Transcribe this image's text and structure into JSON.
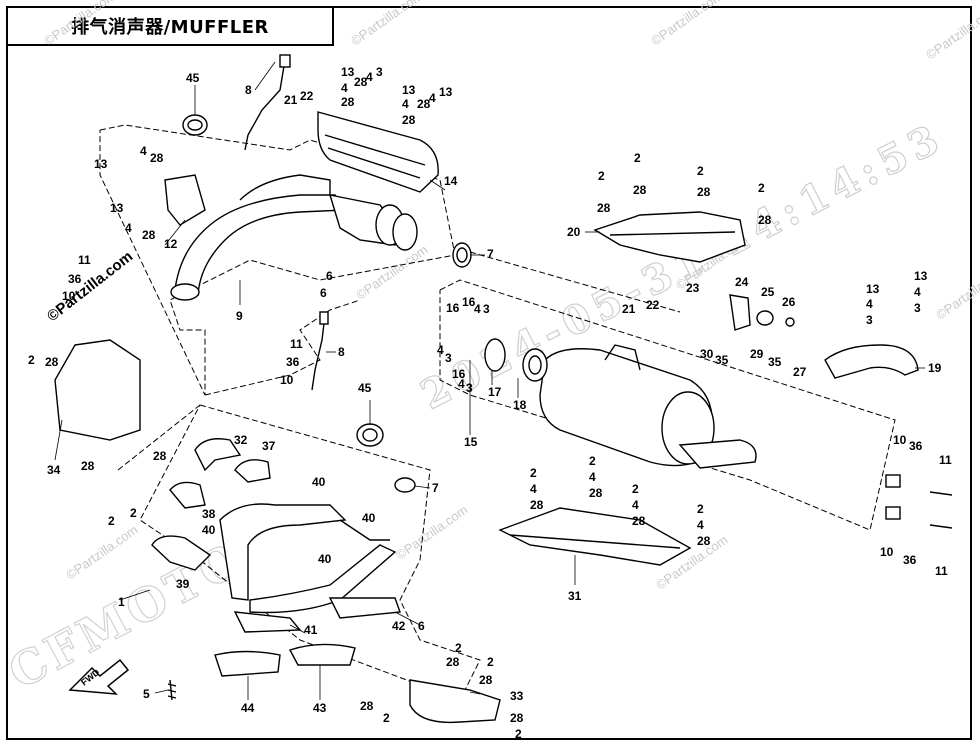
{
  "title": "排气消声器/MUFFLER",
  "watermarks": {
    "partzilla": "©Partzilla.com",
    "partzilla_bold": "©Partzilla.com",
    "timestamp": "2024-05-31 14:14:53",
    "brand": "CFMOTO"
  },
  "fwd_label": "FWD",
  "callouts": {
    "c1": "1",
    "c2": "2",
    "c3": "3",
    "c4": "4",
    "c5": "5",
    "c6": "6",
    "c7": "7",
    "c8": "8",
    "c9": "9",
    "c10": "10",
    "c11": "11",
    "c12": "12",
    "c13": "13",
    "c14": "14",
    "c15": "15",
    "c16": "16",
    "c17": "17",
    "c18": "18",
    "c19": "19",
    "c20": "20",
    "c21": "21",
    "c22": "22",
    "c23": "23",
    "c24": "24",
    "c25": "25",
    "c26": "26",
    "c27": "27",
    "c28": "28",
    "c29": "29",
    "c30": "30",
    "c31": "31",
    "c32": "32",
    "c33": "33",
    "c34": "34",
    "c35": "35",
    "c36": "36",
    "c37": "37",
    "c38": "38",
    "c39": "39",
    "c40": "40",
    "c41": "41",
    "c42": "42",
    "c43": "43",
    "c44": "44",
    "c45": "45"
  },
  "colors": {
    "line": "#000000",
    "watermark": "#c9c9c9",
    "background": "#ffffff"
  }
}
